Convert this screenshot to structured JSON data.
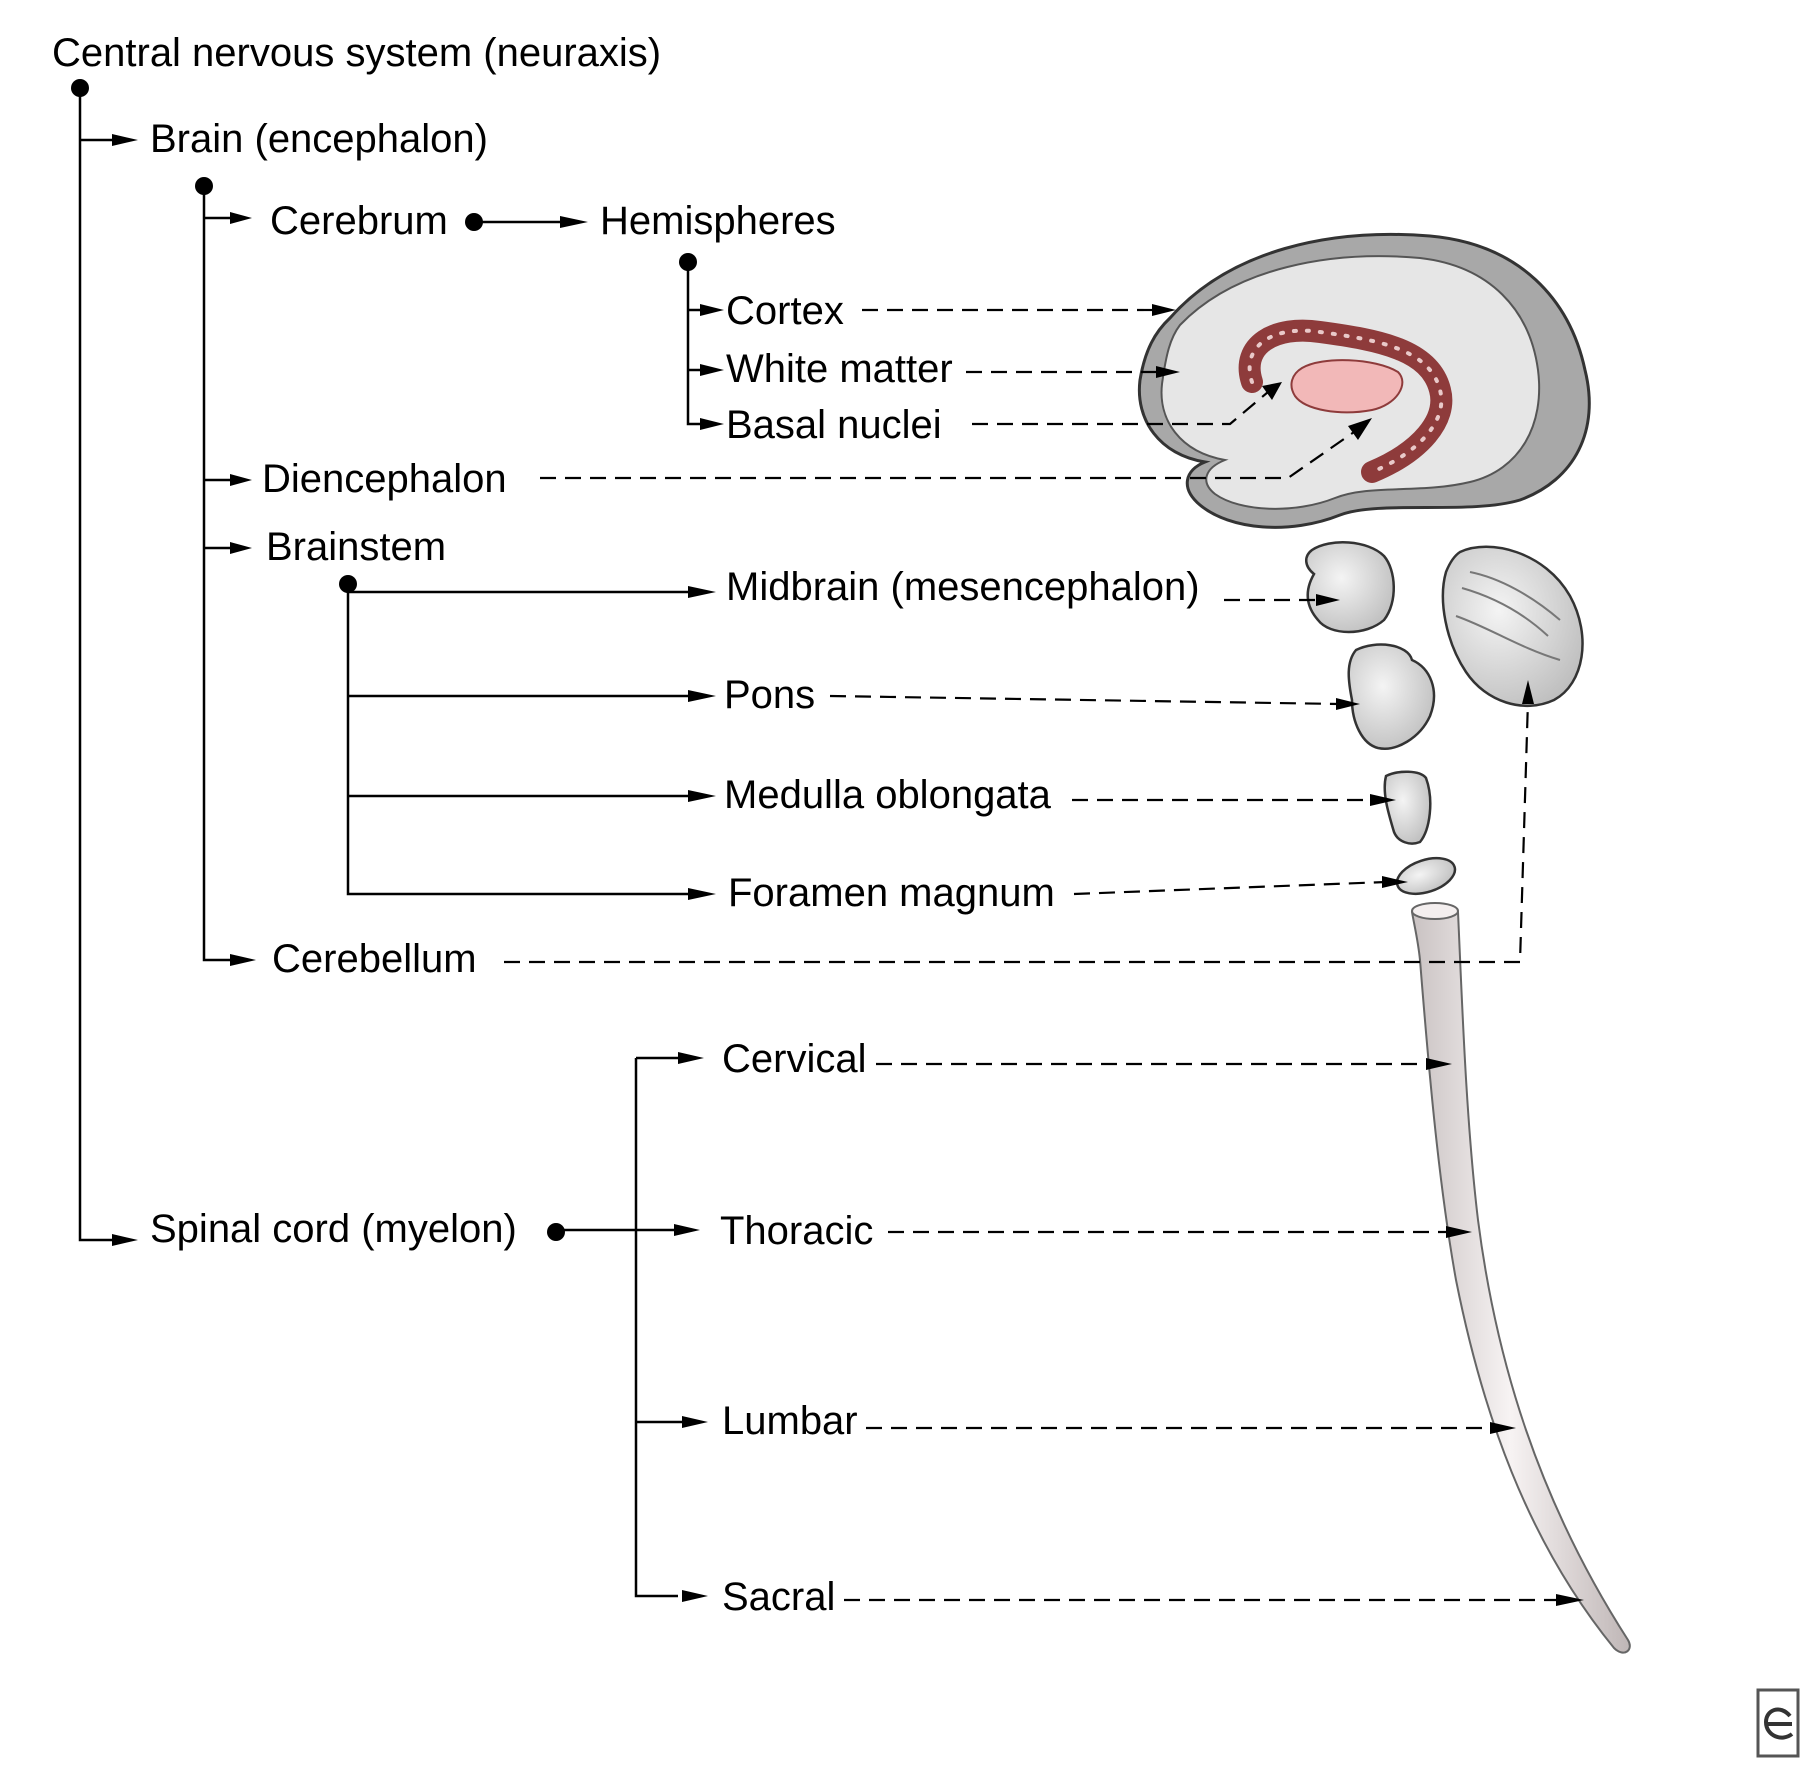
{
  "root": {
    "label": "Central nervous system (neuraxis)",
    "children": {
      "brain": {
        "label": "Brain (encephalon)",
        "cerebrum": {
          "label": "Cerebrum",
          "hemispheres": {
            "label": "Hemispheres",
            "parts": [
              "Cortex",
              "White matter",
              "Basal nuclei"
            ]
          }
        },
        "diencephalon": "Diencephalon",
        "brainstem": {
          "label": "Brainstem",
          "parts": [
            "Midbrain (mesencephalon)",
            "Pons",
            "Medulla oblongata",
            "Foramen magnum"
          ]
        },
        "cerebellum": "Cerebellum"
      },
      "spinal_cord": {
        "label": "Spinal cord (myelon)",
        "regions": [
          "Cervical",
          "Thoracic",
          "Lumbar",
          "Sacral"
        ]
      }
    }
  },
  "colors": {
    "line": "#000000",
    "tissue_fill": "#e8e8e8",
    "outer_rim": "#9a9a9a",
    "basal_nuclei": "#f2b8b8",
    "white_matter_band": "#b06060",
    "cord_fill": "#ece6e6"
  }
}
